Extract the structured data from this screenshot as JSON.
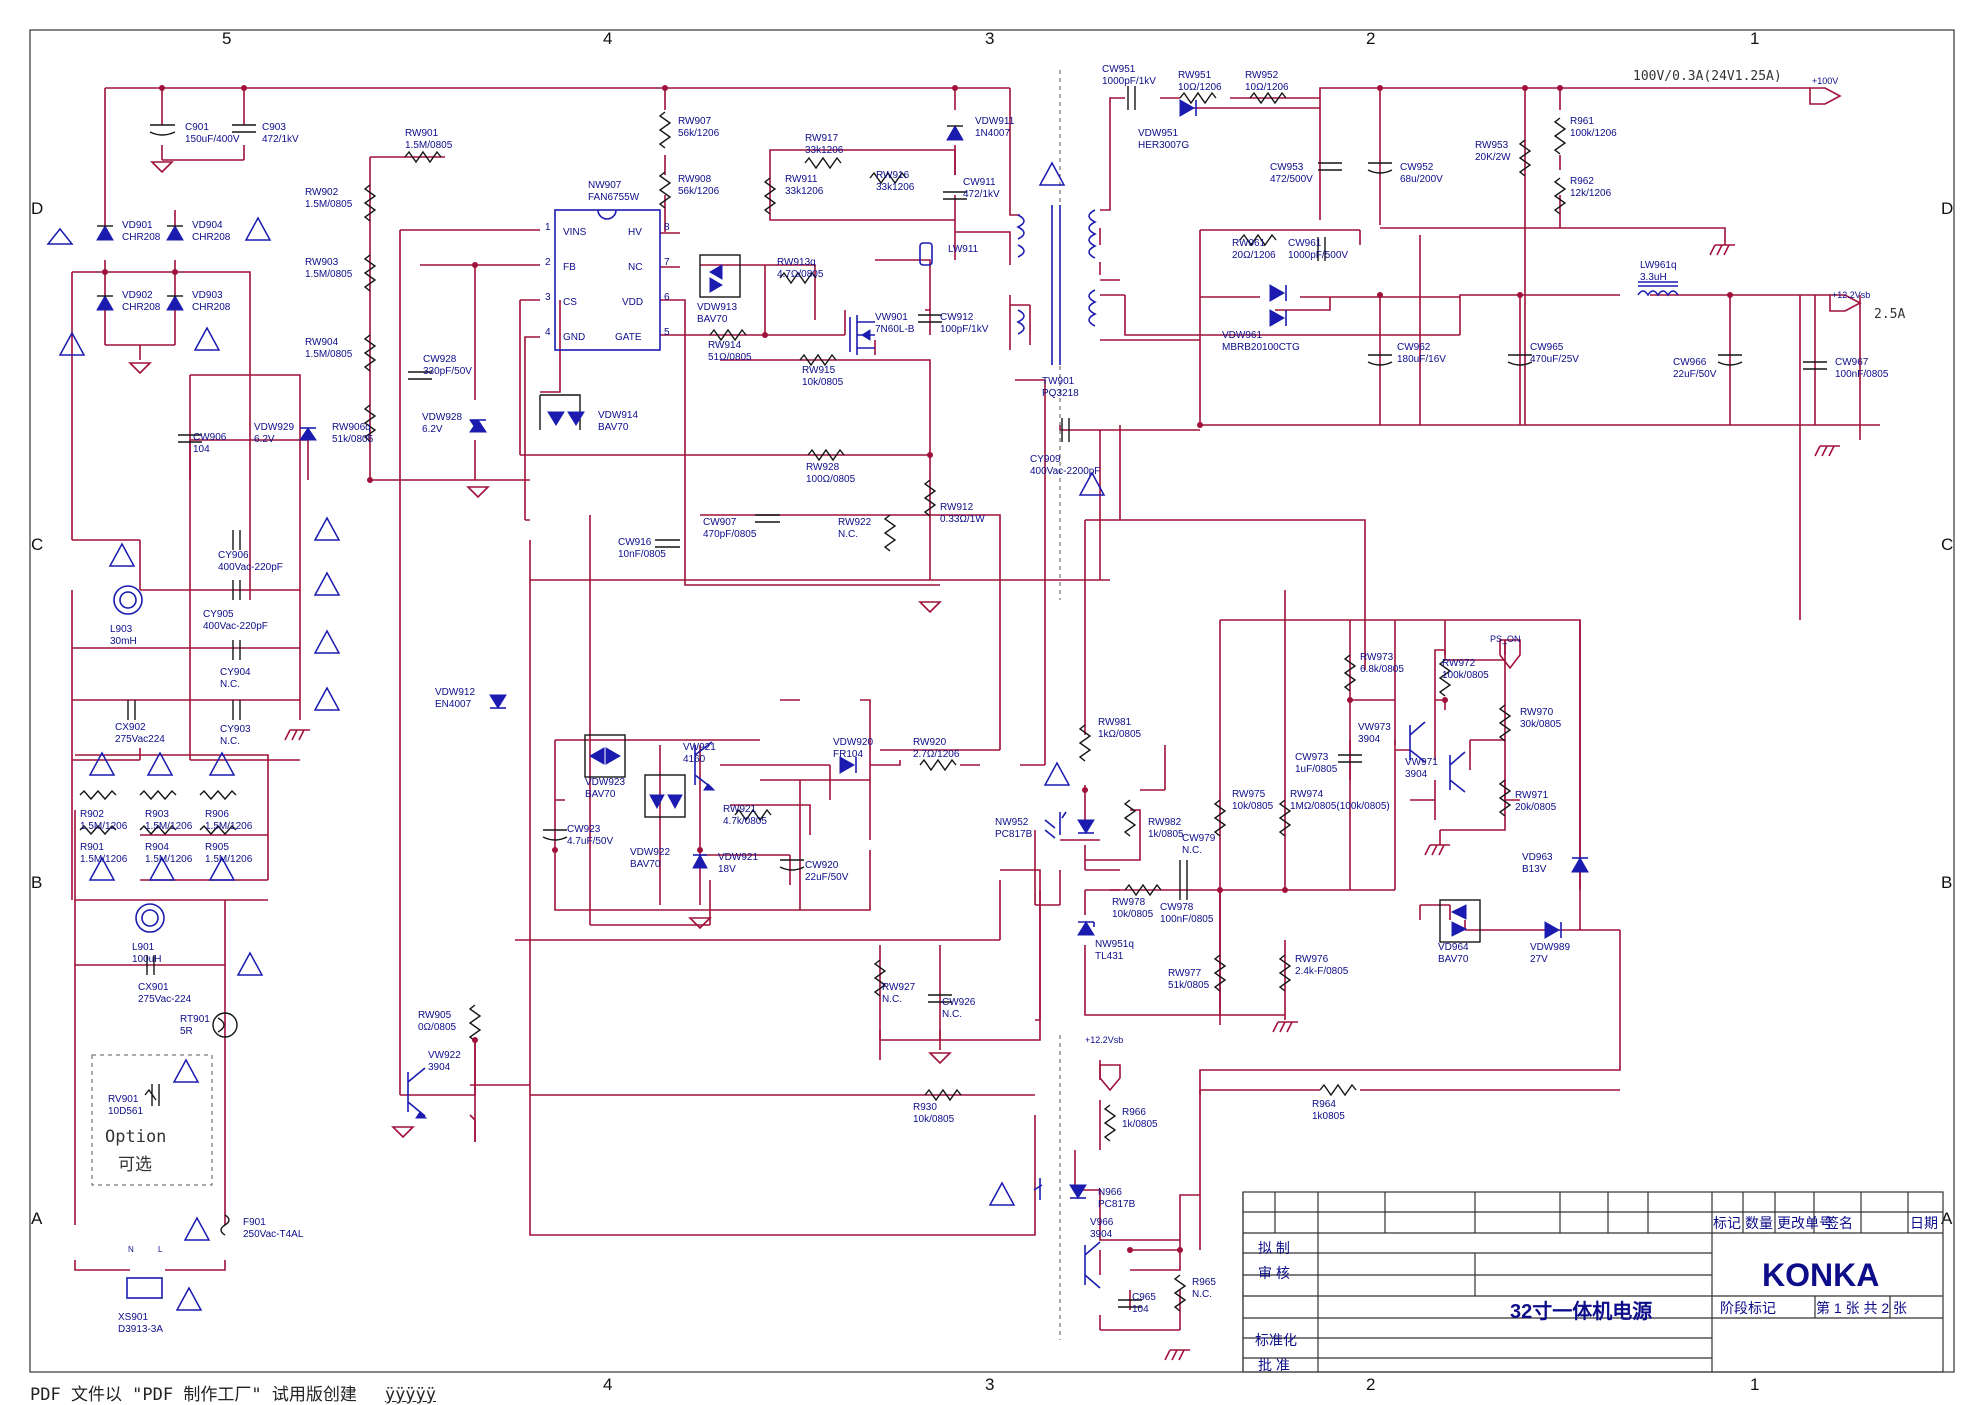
{
  "frame": {
    "zones_top": [
      "5",
      "4",
      "3",
      "2",
      "1"
    ],
    "zones_bottom": [
      "4",
      "3",
      "2",
      "1"
    ],
    "rows": [
      "D",
      "C",
      "B",
      "A"
    ]
  },
  "outputs": {
    "v100": "+100V",
    "v100_note": "100V/0.3A(24V1.25A)",
    "v12": "+12.2Vsb",
    "v12_current": "2.5A",
    "v12_feedback": "+12.2Vsb",
    "ps_on": "PS_ON"
  },
  "components": [
    {
      "ref": "C901",
      "val": "150uF/400V"
    },
    {
      "ref": "C903",
      "val": "472/1kV"
    },
    {
      "ref": "VD901",
      "val": "CHR208"
    },
    {
      "ref": "VD904",
      "val": "CHR208"
    },
    {
      "ref": "VD902",
      "val": "CHR208"
    },
    {
      "ref": "VD903",
      "val": "CHR208"
    },
    {
      "ref": "RW901",
      "val": "1.5M/0805"
    },
    {
      "ref": "RW902",
      "val": "1.5M/0805"
    },
    {
      "ref": "RW903",
      "val": "1.5M/0805"
    },
    {
      "ref": "RW904",
      "val": "1.5M/0805"
    },
    {
      "ref": "RW907",
      "val": "56k/1206"
    },
    {
      "ref": "RW908",
      "val": "56k/1206"
    },
    {
      "ref": "NW907",
      "val": "FAN6755W"
    },
    {
      "ref": "RW917",
      "val": "33k1206"
    },
    {
      "ref": "RW911",
      "val": "33k1206"
    },
    {
      "ref": "RW916",
      "val": "33k1206"
    },
    {
      "ref": "VDW911",
      "val": "1N4007"
    },
    {
      "ref": "CW911",
      "val": "472/1kV"
    },
    {
      "ref": "LW911",
      "val": ""
    },
    {
      "ref": "VDW913",
      "val": "BAV70"
    },
    {
      "ref": "RW913q",
      "val": "4.7Ω/0805"
    },
    {
      "ref": "VW901",
      "val": "7N60L-B"
    },
    {
      "ref": "CW912",
      "val": "100pF/1kV"
    },
    {
      "ref": "RW914",
      "val": "51Ω/0805"
    },
    {
      "ref": "RW915",
      "val": "10k/0805"
    },
    {
      "ref": "CW928",
      "val": "330pF/50V"
    },
    {
      "ref": "VDW928",
      "val": "6.2V"
    },
    {
      "ref": "VDW914",
      "val": "BAV70"
    },
    {
      "ref": "CW906",
      "val": "104"
    },
    {
      "ref": "VDW929",
      "val": "6.2V"
    },
    {
      "ref": "RW906q",
      "val": "51k/0805"
    },
    {
      "ref": "RW928",
      "val": "100Ω/0805"
    },
    {
      "ref": "RW912",
      "val": "0.33Ω/1W"
    },
    {
      "ref": "CW916",
      "val": "10nF/0805"
    },
    {
      "ref": "CW907",
      "val": "470pF/0805"
    },
    {
      "ref": "RW922",
      "val": "N.C."
    },
    {
      "ref": "TW901",
      "val": "PQ3218"
    },
    {
      "ref": "CY909",
      "val": "400Vac-2200pF"
    },
    {
      "ref": "CW951",
      "val": "1000pF/1kV"
    },
    {
      "ref": "RW951",
      "val": "10Ω/1206"
    },
    {
      "ref": "RW952",
      "val": "10Ω/1206"
    },
    {
      "ref": "VDW951",
      "val": "HER3007G"
    },
    {
      "ref": "CW953",
      "val": "472/500V"
    },
    {
      "ref": "CW952",
      "val": "68u/200V"
    },
    {
      "ref": "RW953",
      "val": "20K/2W"
    },
    {
      "ref": "R961",
      "val": "100k/1206"
    },
    {
      "ref": "R962",
      "val": "12k/1206"
    },
    {
      "ref": "RW961",
      "val": "20Ω/1206"
    },
    {
      "ref": "CW961",
      "val": "1000pF/500V"
    },
    {
      "ref": "VDW961",
      "val": "MBRB20100CTG"
    },
    {
      "ref": "LW961q",
      "val": "3.3uH"
    },
    {
      "ref": "CW962",
      "val": "180uF/16V"
    },
    {
      "ref": "CW965",
      "val": "470uF/25V"
    },
    {
      "ref": "CW966",
      "val": "22uF/50V"
    },
    {
      "ref": "CW967",
      "val": "100nF/0805"
    },
    {
      "ref": "CY906",
      "val": "400Vac-220pF"
    },
    {
      "ref": "CY905",
      "val": "400Vac-220pF"
    },
    {
      "ref": "L903",
      "val": "30mH"
    },
    {
      "ref": "CY904",
      "val": "N.C."
    },
    {
      "ref": "CX902",
      "val": "275Vac224"
    },
    {
      "ref": "CY903",
      "val": "N.C."
    },
    {
      "ref": "VDW912",
      "val": "EN4007"
    },
    {
      "ref": "R902",
      "val": "1.5M/1206"
    },
    {
      "ref": "R903",
      "val": "1.5M/1206"
    },
    {
      "ref": "R906",
      "val": "1.5M/1206"
    },
    {
      "ref": "R901",
      "val": "1.5M/1206"
    },
    {
      "ref": "R904",
      "val": "1.5M/1206"
    },
    {
      "ref": "R905",
      "val": "1.5M/1206"
    },
    {
      "ref": "L901",
      "val": "100uH"
    },
    {
      "ref": "CX901",
      "val": "275Vac-224"
    },
    {
      "ref": "RT901",
      "val": "5R"
    },
    {
      "ref": "RV901",
      "val": "10D561"
    },
    {
      "ref": "F901",
      "val": "250Vac-T4AL"
    },
    {
      "ref": "XS901",
      "val": "D3913-3A"
    },
    {
      "ref": "VDW923",
      "val": "BAV70"
    },
    {
      "ref": "VW921",
      "val": "4160"
    },
    {
      "ref": "VDW920",
      "val": "FR104"
    },
    {
      "ref": "RW920",
      "val": "2.7Ω/1206"
    },
    {
      "ref": "RW921",
      "val": "4.7k/0805"
    },
    {
      "ref": "CW923",
      "val": "4.7uF/50V"
    },
    {
      "ref": "VDW922",
      "val": "BAV70"
    },
    {
      "ref": "VDW921",
      "val": "18V"
    },
    {
      "ref": "CW920",
      "val": "22uF/50V"
    },
    {
      "ref": "RW927",
      "val": "N.C."
    },
    {
      "ref": "CW926",
      "val": "N.C."
    },
    {
      "ref": "RW905",
      "val": "0Ω/0805"
    },
    {
      "ref": "VW922",
      "val": "3904"
    },
    {
      "ref": "R930",
      "val": "10k/0805"
    },
    {
      "ref": "RW981",
      "val": "1kΩ/0805"
    },
    {
      "ref": "NW952",
      "val": "PC817B"
    },
    {
      "ref": "RW982",
      "val": "1k/0805"
    },
    {
      "ref": "CW979",
      "val": "N.C."
    },
    {
      "ref": "RW978",
      "val": "10k/0805"
    },
    {
      "ref": "CW978",
      "val": "100nF/0805"
    },
    {
      "ref": "NW951q",
      "val": "TL431"
    },
    {
      "ref": "RW977",
      "val": "51k/0805"
    },
    {
      "ref": "RW975",
      "val": "10k/0805"
    },
    {
      "ref": "RW974",
      "val": "1MΩ/0805(100k/0805)"
    },
    {
      "ref": "RW976",
      "val": "2.4k-F/0805"
    },
    {
      "ref": "CW973",
      "val": "1uF/0805"
    },
    {
      "ref": "RW973",
      "val": "6.8k/0805"
    },
    {
      "ref": "VW973",
      "val": "3904"
    },
    {
      "ref": "RW972",
      "val": "100k/0805"
    },
    {
      "ref": "VW971",
      "val": "3904"
    },
    {
      "ref": "RW970",
      "val": "30k/0805"
    },
    {
      "ref": "RW971",
      "val": "20k/0805"
    },
    {
      "ref": "VD963",
      "val": "B13V"
    },
    {
      "ref": "VD964",
      "val": "BAV70"
    },
    {
      "ref": "VDW989",
      "val": "27V"
    },
    {
      "ref": "R964",
      "val": "1k0805"
    },
    {
      "ref": "R966",
      "val": "1k/0805"
    },
    {
      "ref": "N966",
      "val": "PC817B"
    },
    {
      "ref": "V966",
      "val": "3904"
    },
    {
      "ref": "C965",
      "val": "104"
    },
    {
      "ref": "R965",
      "val": "N.C."
    }
  ],
  "ic": {
    "left_pins": [
      "VINS",
      "FB",
      "CS",
      "GND"
    ],
    "right_pins": [
      "HV",
      "NC",
      "VDD",
      "GATE"
    ],
    "left_nums": [
      "1",
      "2",
      "3",
      "4"
    ],
    "right_nums": [
      "8",
      "7",
      "6",
      "5"
    ]
  },
  "option": {
    "en": "Option",
    "cn": "可选"
  },
  "connector_pins": {
    "n": "N",
    "l": "L"
  },
  "title_block": {
    "headers": [
      "标记",
      "数量",
      "更改单号",
      "签名",
      "日期"
    ],
    "drawn": "拟 制",
    "checked": "审 核",
    "standard": "标准化",
    "approved": "批 准",
    "title": "32寸一体机电源",
    "company": "KONKA",
    "stage": "阶段标记",
    "sheet": "第 1 张 共 2 张"
  },
  "footer": {
    "note": "PDF 文件以 \"PDF 制作工厂\" 试用版创建",
    "link": "ÿÿÿÿÿ"
  }
}
